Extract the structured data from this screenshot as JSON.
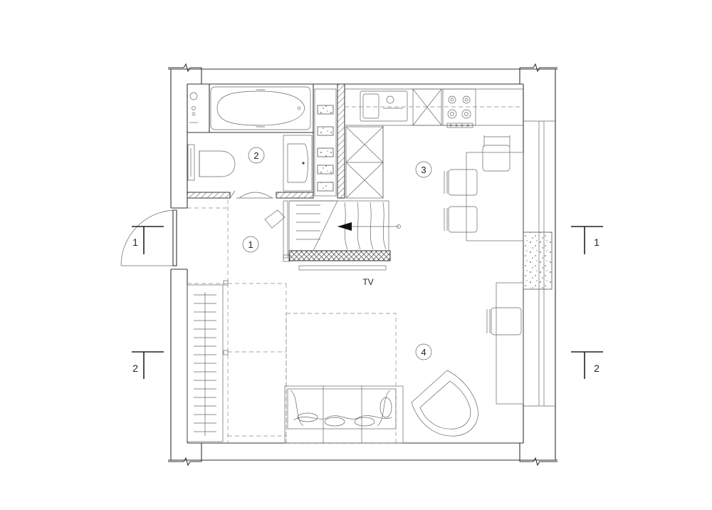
{
  "room_labels": [
    {
      "id": "1",
      "text": "1"
    },
    {
      "id": "2",
      "text": "2"
    },
    {
      "id": "3",
      "text": "3"
    },
    {
      "id": "4",
      "text": "4"
    }
  ],
  "tv_label": "TV",
  "section_markers": {
    "left_1": "1",
    "right_1": "1",
    "left_2": "2",
    "right_2": "2"
  }
}
